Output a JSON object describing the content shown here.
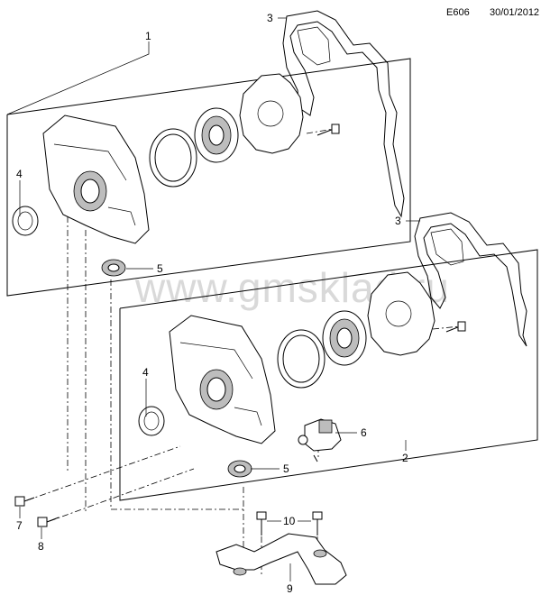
{
  "header": {
    "code": "E606",
    "date": "30/01/2012"
  },
  "watermark": "www.gmsklad.ru",
  "callouts": {
    "c1": "1",
    "c2": "2",
    "c3a": "3",
    "c3b": "3",
    "c4a": "4",
    "c4b": "4",
    "c5a": "5",
    "c5b": "5",
    "c6": "6",
    "c7": "7",
    "c8": "8",
    "c9": "9",
    "c10": "10"
  }
}
